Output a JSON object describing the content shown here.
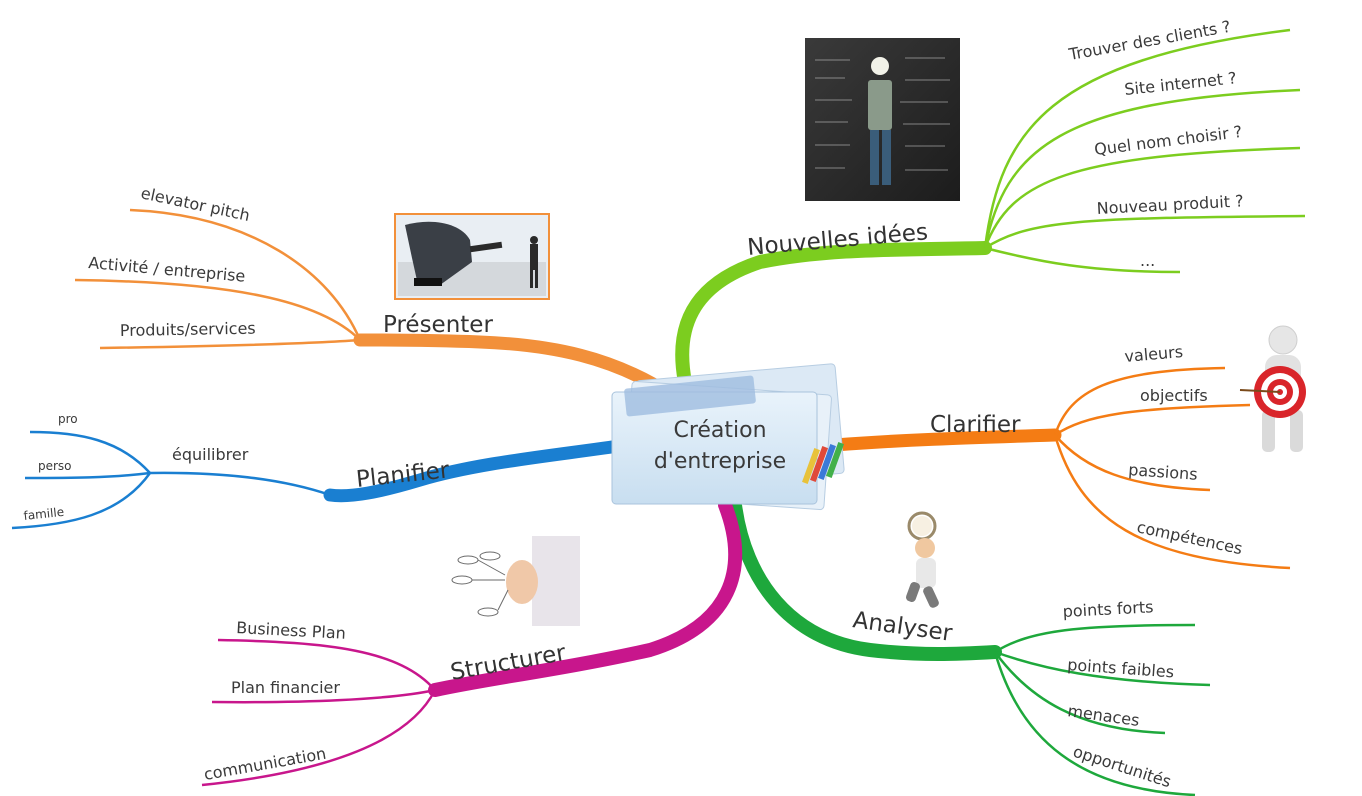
{
  "center": {
    "line1": "Création",
    "line2": "d'entreprise"
  },
  "branches": {
    "nouvelles": {
      "label": "Nouvelles idées",
      "color": "#7ccd1f",
      "items": [
        "Trouver des clients ?",
        "Site internet ?",
        "Quel nom choisir ?",
        "Nouveau produit ?",
        "..."
      ]
    },
    "clarifier": {
      "label": "Clarifier",
      "color": "#f47c14",
      "items": [
        "valeurs",
        "objectifs",
        "passions",
        "compétences"
      ]
    },
    "analyser": {
      "label": "Analyser",
      "color": "#1ea83c",
      "items": [
        "points forts",
        "points faibles",
        "menaces",
        "opportunités"
      ]
    },
    "structurer": {
      "label": "Structurer",
      "color": "#c8168c",
      "items": [
        "Business Plan",
        "Plan financier",
        "communication"
      ]
    },
    "planifier": {
      "label": "Planifier",
      "color": "#1a7fd1",
      "sub_label": "équilibrer",
      "items": [
        "pro",
        "perso",
        "famille"
      ]
    },
    "presenter": {
      "label": "Présenter",
      "color": "#f2903a",
      "items": [
        "elevator pitch",
        "Activité / entreprise",
        "Produits/services"
      ]
    }
  },
  "icons": {
    "nouvelles": "blackboard-idea-photo",
    "clarifier": "target-figure",
    "analyser": "magnifier-figure",
    "structurer": "hand-drawing-diagram",
    "presenter": "giant-and-small-man-photo",
    "center": "folders-and-markers"
  }
}
